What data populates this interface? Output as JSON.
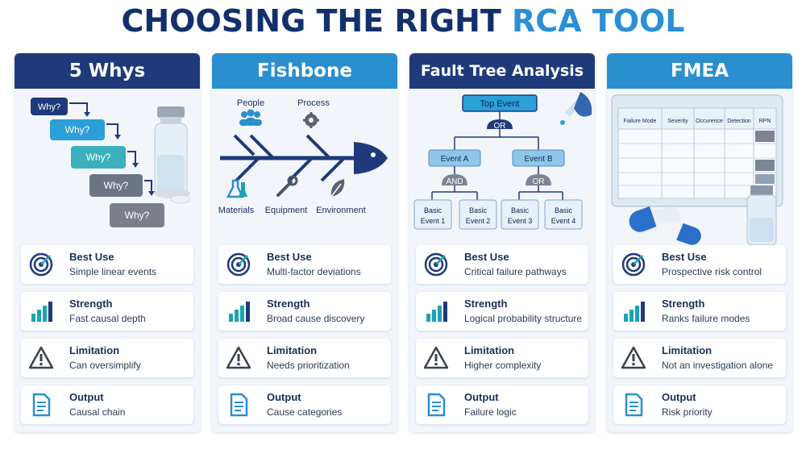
{
  "title": {
    "main": "CHOOSING THE RIGHT",
    "accent": "RCA TOOL"
  },
  "colors": {
    "navy": "#12306b",
    "blue": "#2b8fd6",
    "teal": "#1aa5b0"
  },
  "columns": [
    {
      "name": "5 Whys",
      "header_color": "#1f3a7a",
      "illustration": {
        "steps": [
          "Why?",
          "Why?",
          "Why?",
          "Why?",
          "Why?"
        ]
      },
      "cards": [
        {
          "label": "Best Use",
          "value": "Simple linear events"
        },
        {
          "label": "Strength",
          "value": "Fast causal depth"
        },
        {
          "label": "Limitation",
          "value": "Can oversimplify"
        },
        {
          "label": "Output",
          "value": "Causal chain"
        }
      ]
    },
    {
      "name": "Fishbone",
      "header_color": "#2a8fcf",
      "illustration": {
        "categories": [
          "People",
          "Process",
          "Materials",
          "Equipment",
          "Environment"
        ]
      },
      "cards": [
        {
          "label": "Best Use",
          "value": "Multi-factor deviations"
        },
        {
          "label": "Strength",
          "value": "Broad cause discovery"
        },
        {
          "label": "Limitation",
          "value": "Needs prioritization"
        },
        {
          "label": "Output",
          "value": "Cause categories"
        }
      ]
    },
    {
      "name": "Fault Tree Analysis",
      "header_color": "#1f3a7a",
      "illustration": {
        "top": "Top Event",
        "gate_top": "OR",
        "event_a": "Event A",
        "event_b": "Event B",
        "gate_a": "AND",
        "gate_b": "OR",
        "basic_line1": "Basic",
        "basic": [
          "Event 1",
          "Event 2",
          "Event 3",
          "Event 4"
        ]
      },
      "cards": [
        {
          "label": "Best Use",
          "value": "Critical failure pathways"
        },
        {
          "label": "Strength",
          "value": "Logical probability structure"
        },
        {
          "label": "Limitation",
          "value": "Higher complexity"
        },
        {
          "label": "Output",
          "value": "Failure logic"
        }
      ]
    },
    {
      "name": "FMEA",
      "header_color": "#2a8fcf",
      "illustration": {
        "table_headers": [
          "Failure Mode",
          "Severity",
          "Occurence",
          "Detection",
          "RPN"
        ]
      },
      "cards": [
        {
          "label": "Best Use",
          "value": "Prospective risk control"
        },
        {
          "label": "Strength",
          "value": "Ranks failure modes"
        },
        {
          "label": "Limitation",
          "value": "Not an investigation alone"
        },
        {
          "label": "Output",
          "value": "Risk priority"
        }
      ]
    }
  ]
}
